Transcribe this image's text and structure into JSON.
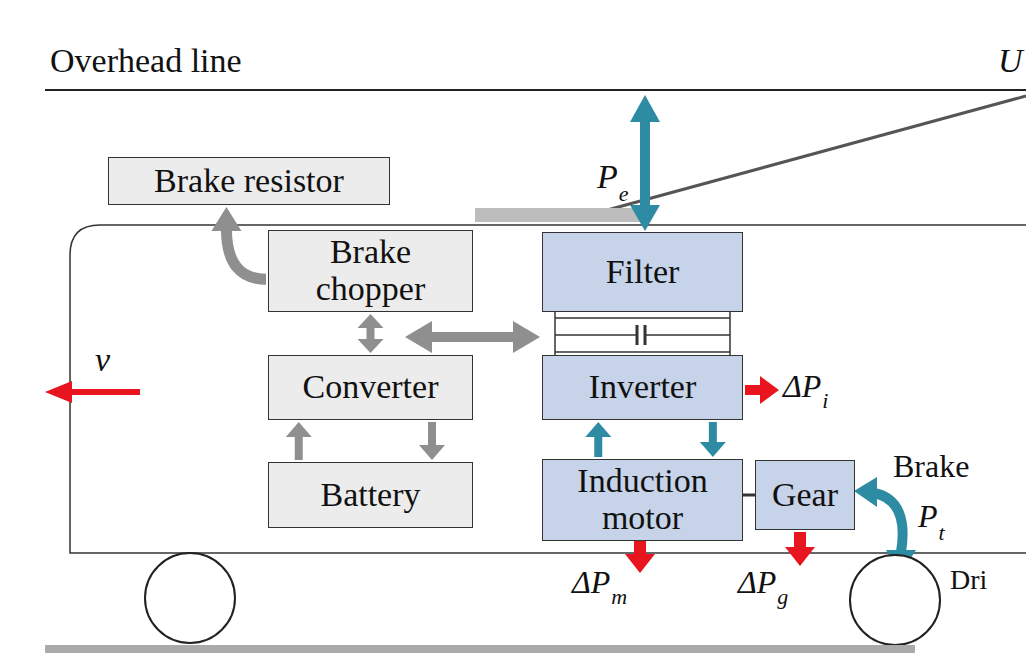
{
  "diagram": {
    "nodes": [
      {
        "text": [
          "Brake resistor"
        ]
      },
      {
        "text": [
          "Brake chopper"
        ]
      },
      {
        "text": [
          "Converter"
        ]
      },
      {
        "text": [
          "Battery"
        ]
      },
      {
        "text": [
          "Filter"
        ]
      },
      {
        "text": [
          "Inverter"
        ]
      },
      {
        "text": [
          "Induction motor"
        ]
      },
      {
        "text": [
          "Gear"
        ]
      }
    ],
    "edges": [
      {
        "from": 1,
        "to": 0,
        "arrow": "to"
      },
      {
        "from": 1,
        "to": 2,
        "arrow": "both"
      },
      {
        "from": 2,
        "to": 3,
        "arrow": "to"
      },
      {
        "from": 3,
        "to": 2,
        "arrow": "to"
      },
      {
        "from": 5,
        "to": 6,
        "arrow": "to"
      },
      {
        "from": 6,
        "to": 5,
        "arrow": "to"
      },
      {
        "from": 6,
        "to": 7,
        "arrow": "none"
      }
    ],
    "labels": [
      "Overhead line",
      "U",
      "v",
      "P",
      "e",
      "ΔP",
      "i",
      "ΔP",
      "m",
      "ΔP",
      "g",
      "Brake",
      "P",
      "t",
      "Dri"
    ]
  }
}
